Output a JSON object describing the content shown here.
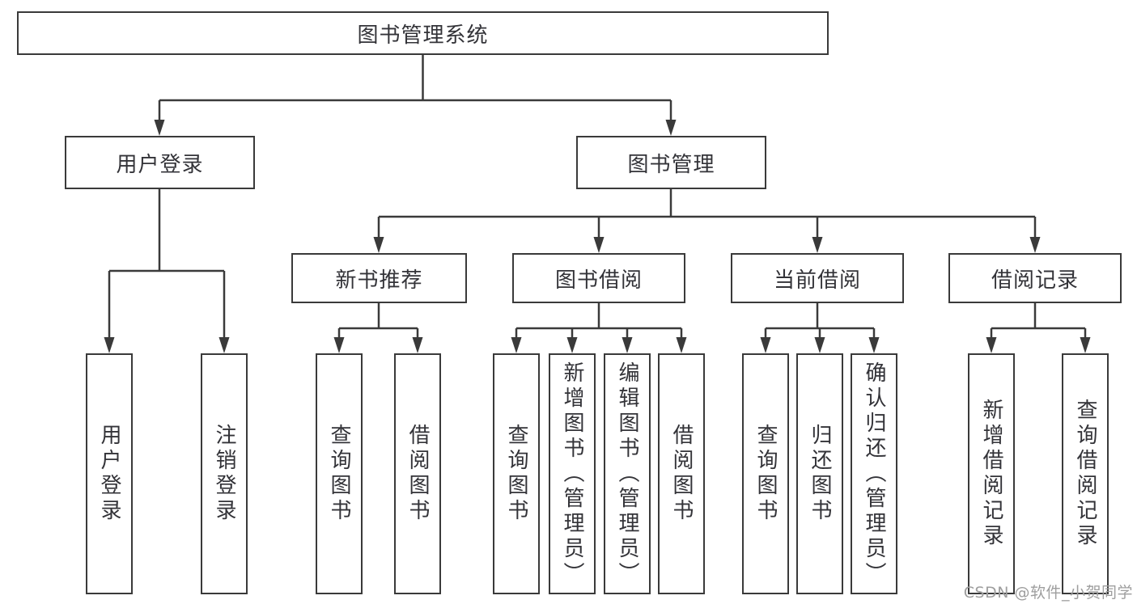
{
  "tree": {
    "label": "图书管理系统",
    "children": [
      {
        "label": "用户登录",
        "children": [
          {
            "label": "用户登录"
          },
          {
            "label": "注销登录"
          }
        ]
      },
      {
        "label": "图书管理",
        "children": [
          {
            "label": "新书推荐",
            "children": [
              {
                "label": "查询图书"
              },
              {
                "label": "借阅图书"
              }
            ]
          },
          {
            "label": "图书借阅",
            "children": [
              {
                "label": "查询图书"
              },
              {
                "label": "新增图书（管理员）"
              },
              {
                "label": "编辑图书（管理员）"
              },
              {
                "label": "借阅图书"
              }
            ]
          },
          {
            "label": "当前借阅",
            "children": [
              {
                "label": "查询图书"
              },
              {
                "label": "归还图书"
              },
              {
                "label": "确认归还（管理员）"
              }
            ]
          },
          {
            "label": "借阅记录",
            "children": [
              {
                "label": "新增借阅记录"
              },
              {
                "label": "查询借阅记录"
              }
            ]
          }
        ]
      }
    ]
  },
  "watermark": {
    "text": "CSDN @软件_小贺同学"
  },
  "colors": {
    "line": "#3a3a3a",
    "text": "#333338",
    "watermark": "#9e9e9e",
    "background": "#ffffff"
  }
}
